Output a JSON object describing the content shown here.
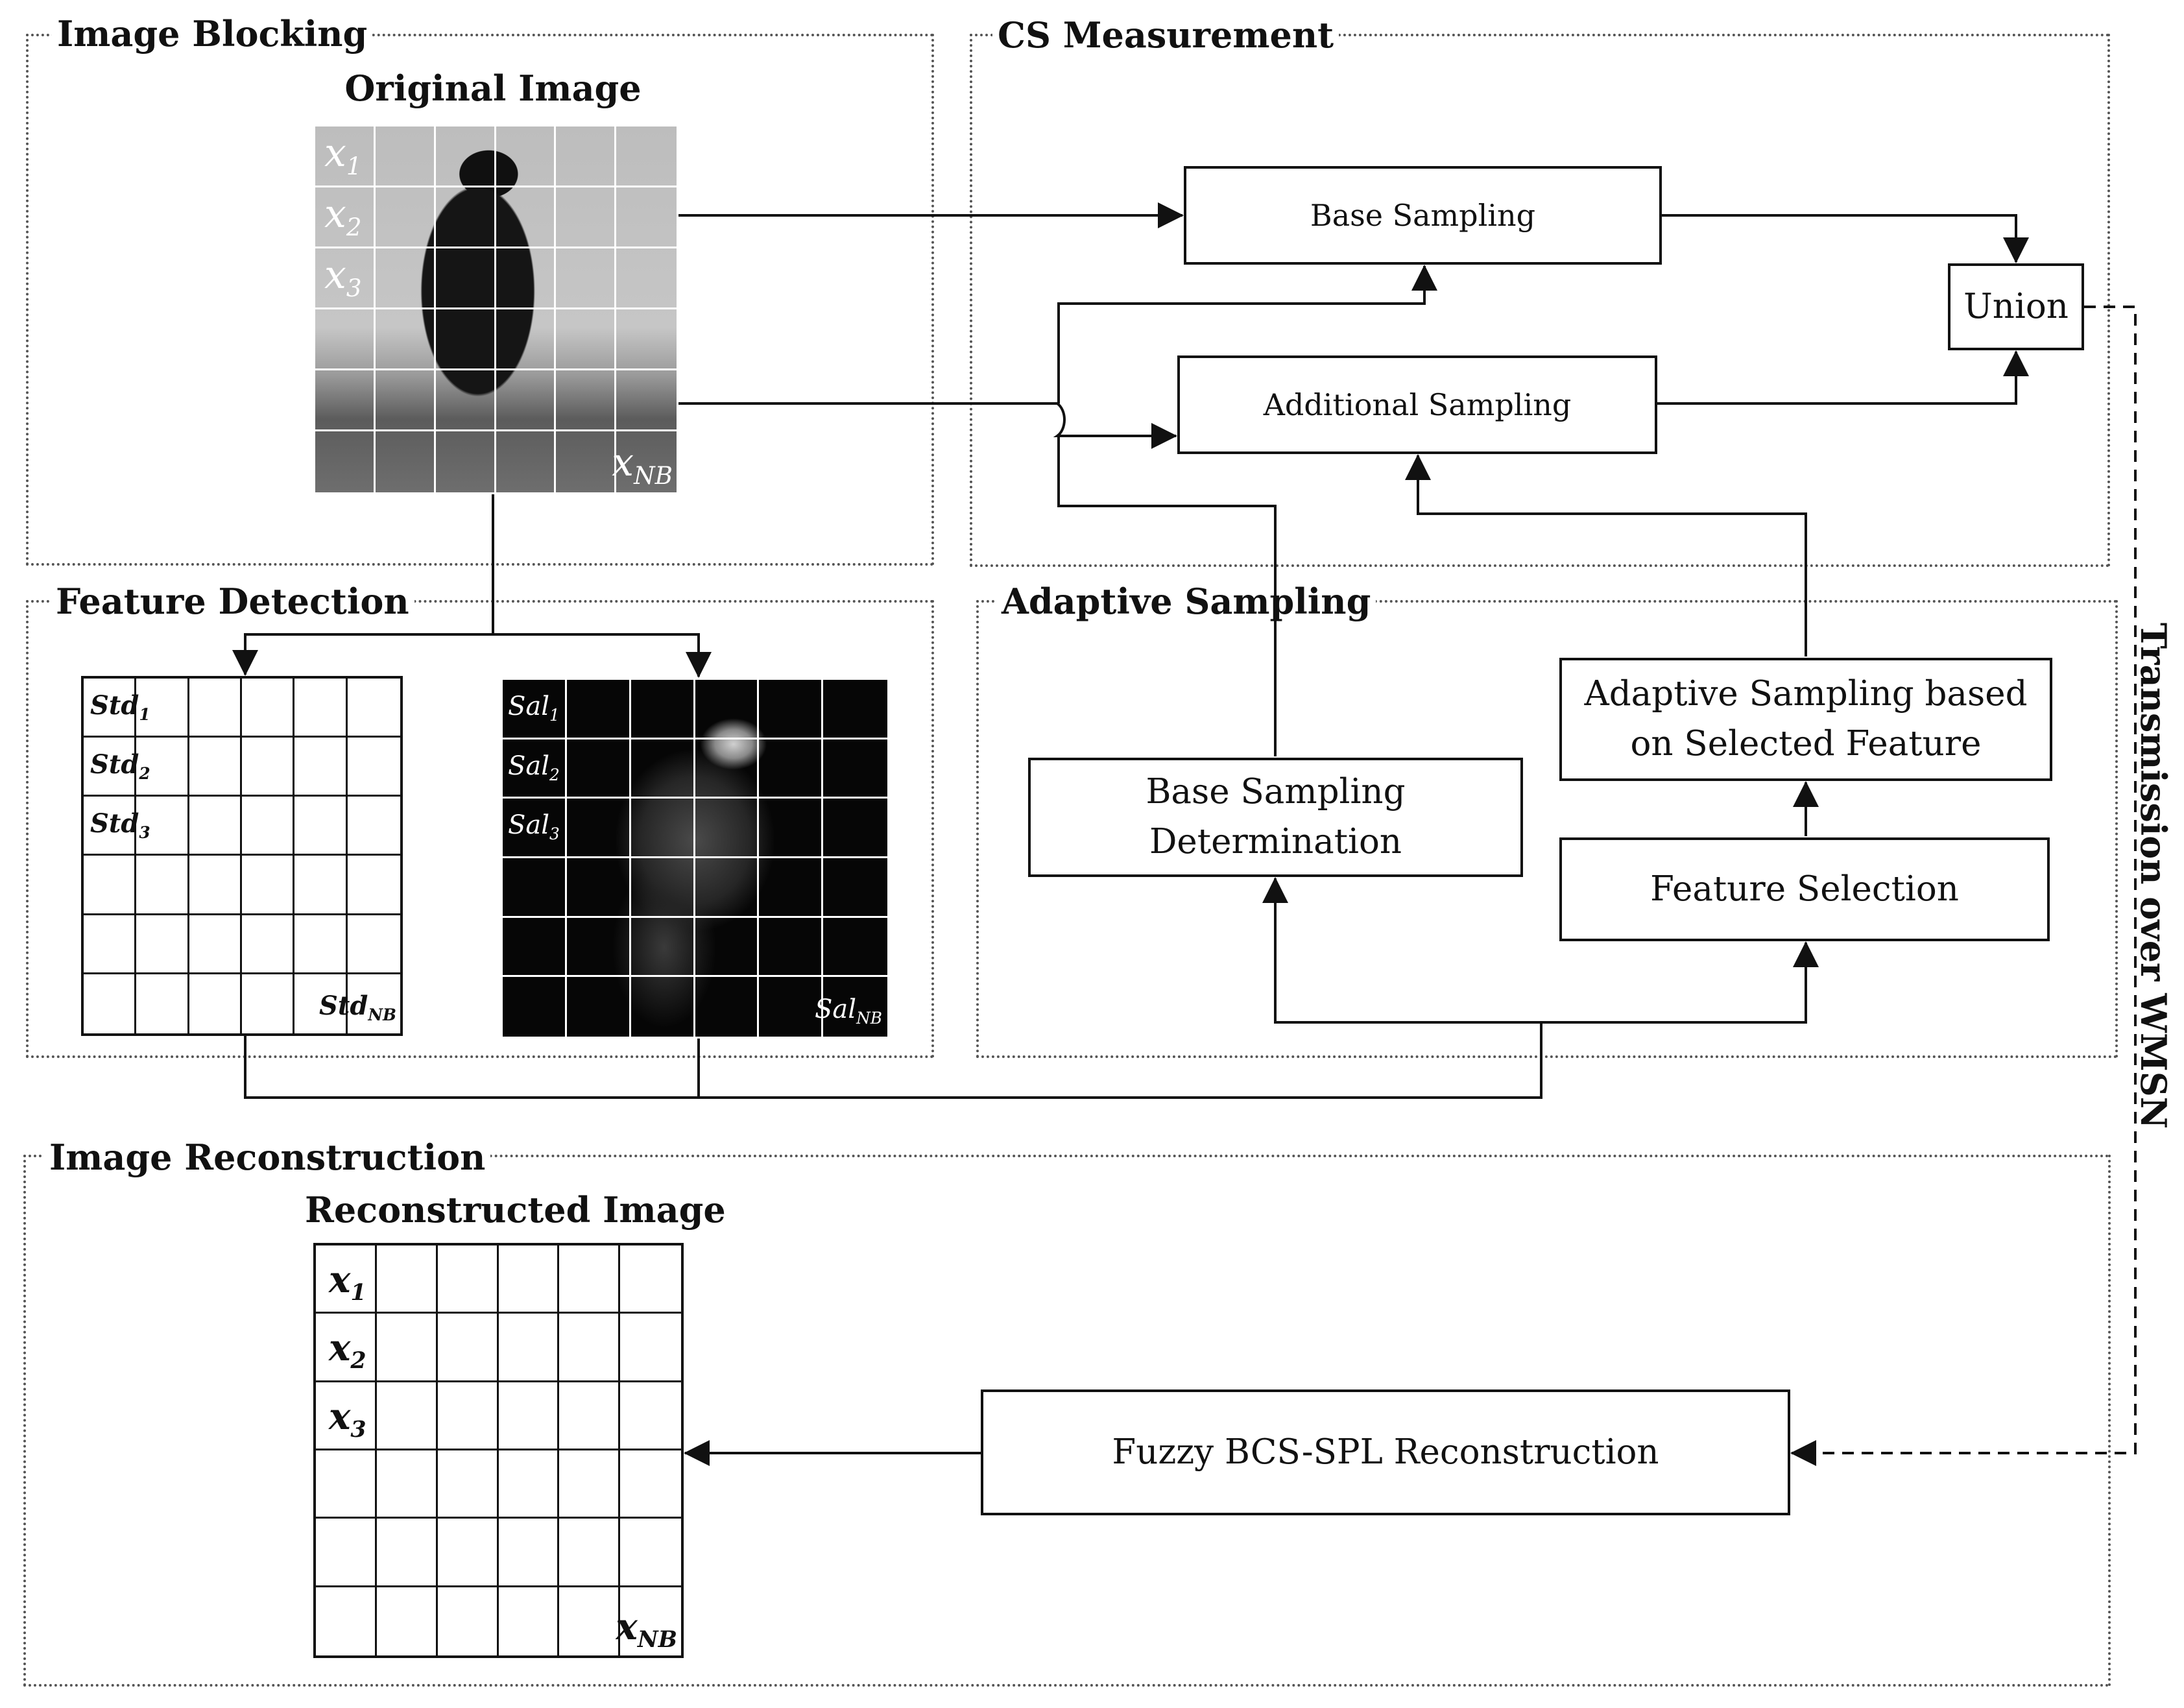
{
  "sections": {
    "image_blocking": "Image Blocking",
    "cs_measurement": "CS Measurement",
    "feature_detection": "Feature Detection",
    "adaptive_sampling": "Adaptive Sampling",
    "image_reconstruction": "Image Reconstruction"
  },
  "images": {
    "original_title": "Original Image",
    "reconstructed_title": "Reconstructed Image"
  },
  "block_labels": {
    "original": {
      "x1": "x",
      "x1_sub": "1",
      "x2": "x",
      "x2_sub": "2",
      "x3": "x",
      "x3_sub": "3",
      "xnb": "x",
      "xnb_sub": "NB"
    },
    "std": {
      "s1": "Std",
      "s1_sub": "1",
      "s2": "Std",
      "s2_sub": "2",
      "s3": "Std",
      "s3_sub": "3",
      "snb": "Std",
      "snb_sub": "NB"
    },
    "sal": {
      "s1": "Sal",
      "s1_sub": "1",
      "s2": "Sal",
      "s2_sub": "2",
      "s3": "Sal",
      "s3_sub": "3",
      "snb": "Sal",
      "snb_sub": "NB"
    },
    "reconstructed": {
      "x1": "x",
      "x1_sub": "1",
      "x2": "x",
      "x2_sub": "2",
      "x3": "x",
      "x3_sub": "3",
      "xnb": "x",
      "xnb_sub": "NB"
    }
  },
  "boxes": {
    "base_sampling": "Base Sampling",
    "additional_sampling": "Additional Sampling",
    "union": "Union",
    "adaptive_sampling_feature": "Adaptive Sampling based\non Selected Feature",
    "base_sampling_determination": "Base Sampling\nDetermination",
    "feature_selection": "Feature Selection",
    "fuzzy_reconstruction": "Fuzzy BCS-SPL Reconstruction"
  },
  "transmission_label": "Transmission over WMSN",
  "colors": {
    "line": "#111111",
    "section_border": "#555555",
    "background": "#ffffff"
  }
}
